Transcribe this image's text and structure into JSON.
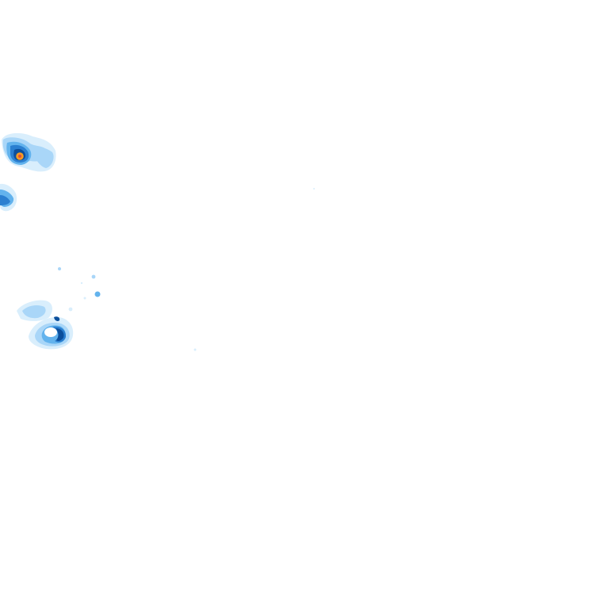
{
  "map": {
    "type": "weather-radar-overlay",
    "background": "#ffffff",
    "legend_visible": false,
    "labels_visible": false,
    "palette": {
      "very_light": "#d9eefc",
      "light": "#a9d6f8",
      "moderate": "#63b3ed",
      "strong": "#2b7fd0",
      "heavy": "#0b4f9c",
      "core_orange": "#f59a23",
      "core_red": "#e0523b"
    },
    "echoes": [
      {
        "name": "northwest-cell",
        "intensity": "heavy",
        "has_core": true
      },
      {
        "name": "west-edge-cell",
        "intensity": "moderate",
        "has_core": false
      },
      {
        "name": "southwest-cluster",
        "intensity": "heavy",
        "has_core": false
      },
      {
        "name": "scattered-light-echoes",
        "intensity": "light",
        "has_core": false
      }
    ]
  }
}
